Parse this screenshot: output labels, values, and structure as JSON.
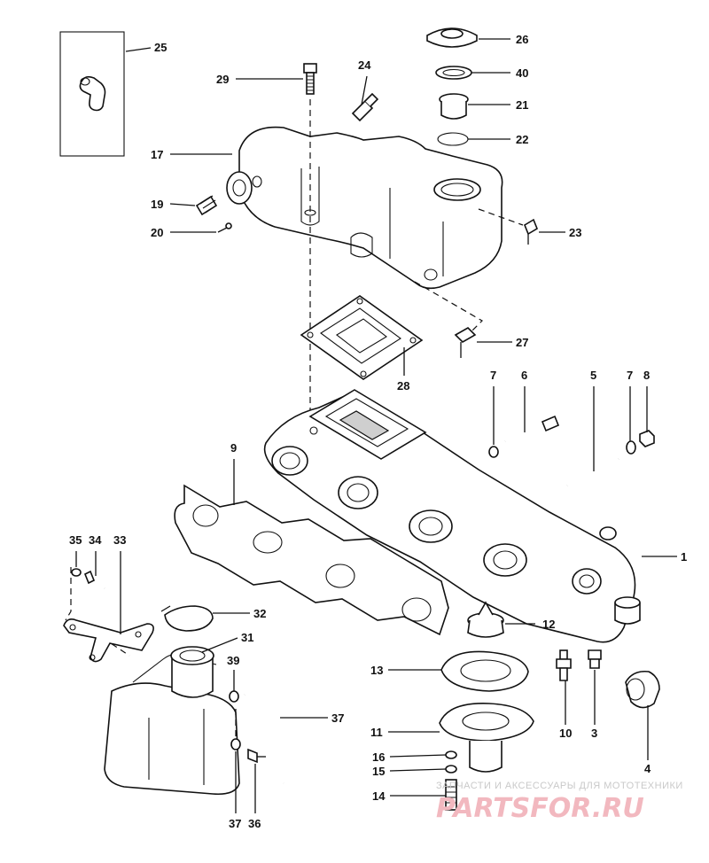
{
  "labels": {
    "p1": "1",
    "p3": "3",
    "p4": "4",
    "p5": "5",
    "p6": "6",
    "p7a": "7",
    "p7b": "7",
    "p8": "8",
    "p9": "9",
    "p10": "10",
    "p11": "11",
    "p12": "12",
    "p13": "13",
    "p14": "14",
    "p15": "15",
    "p16": "16",
    "p17": "17",
    "p19": "19",
    "p20": "20",
    "p21": "21",
    "p22": "22",
    "p23": "23",
    "p24": "24",
    "p25": "25",
    "p26": "26",
    "p27": "27",
    "p28": "28",
    "p29": "29",
    "p31": "31",
    "p32": "32",
    "p33": "33",
    "p34": "34",
    "p35": "35",
    "p36": "36",
    "p37a": "37",
    "p37b": "37",
    "p39": "39",
    "p40": "40"
  },
  "watermark": {
    "tagline": "ЗАПЧАСТИ И АКСЕССУАРЫ ДЛЯ МОТОТЕХНИКИ",
    "brand": "PARTSFOR.RU"
  }
}
